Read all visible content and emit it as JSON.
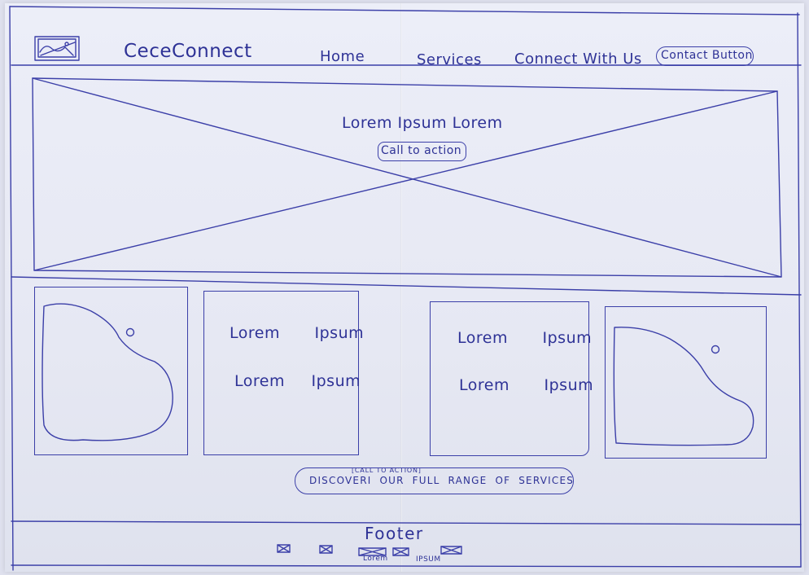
{
  "header": {
    "brand": "CeceConnect",
    "nav": [
      "Home",
      "Services",
      "Connect With Us"
    ],
    "contact_button": "Contact Button"
  },
  "hero": {
    "headline": "Lorem Ipsum Lorem",
    "cta_label": "Call to action"
  },
  "cards": {
    "card_left_line1": "Lorem Ipsum",
    "card_left_line2": "Lorem Ipsum",
    "card_right_line1": "Lorem Ipsum",
    "card_right_line2": "Lorem Ipsum"
  },
  "cta_section": {
    "caption": "[CALL TO ACTION]",
    "button_label": "DISCOVERI OUR FULL RANGE OF SERVICES"
  },
  "footer": {
    "title": "Footer",
    "link1": "Lorem",
    "link2": "IPSUM"
  },
  "colors": {
    "ink": "#3b3fa8",
    "paper": "#eceef8"
  }
}
